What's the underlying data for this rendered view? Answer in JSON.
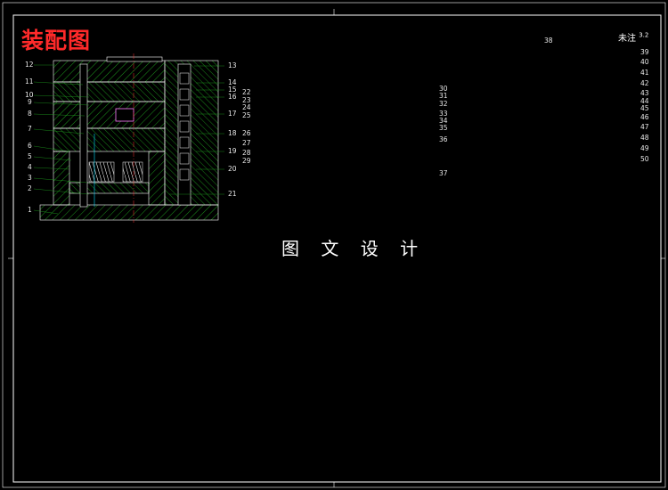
{
  "drawing": {
    "title": "装配图",
    "subtitle": "图 文 设 计",
    "note_label": "未注",
    "roughness": "3.2",
    "colors": {
      "background": "#000000",
      "frame": "#ffffff",
      "plate_hatch": "#1fa51f",
      "title_red": "#ff2a2a",
      "centerline": "#ff3333",
      "cooling": "#ffd400",
      "cavity": "#ff7fff",
      "ejector": "#b36bff"
    }
  },
  "section_views": {
    "left_callouts": [
      "1",
      "2",
      "3",
      "4",
      "5",
      "6",
      "7",
      "8",
      "9",
      "10",
      "11",
      "12"
    ],
    "left_right_callouts": [
      "13",
      "14",
      "15",
      "16",
      "17",
      "18",
      "19",
      "20",
      "21"
    ],
    "mid_left_callouts": [
      "22",
      "23",
      "24",
      "25",
      "26",
      "27",
      "28",
      "29"
    ],
    "mid_right_callouts": [
      "30",
      "31",
      "32",
      "33",
      "34",
      "35",
      "36",
      "37"
    ],
    "right_top_callout": "38",
    "right_callouts": [
      "39",
      "40",
      "41",
      "42",
      "43",
      "44",
      "45",
      "46",
      "47",
      "48",
      "49",
      "50"
    ]
  }
}
